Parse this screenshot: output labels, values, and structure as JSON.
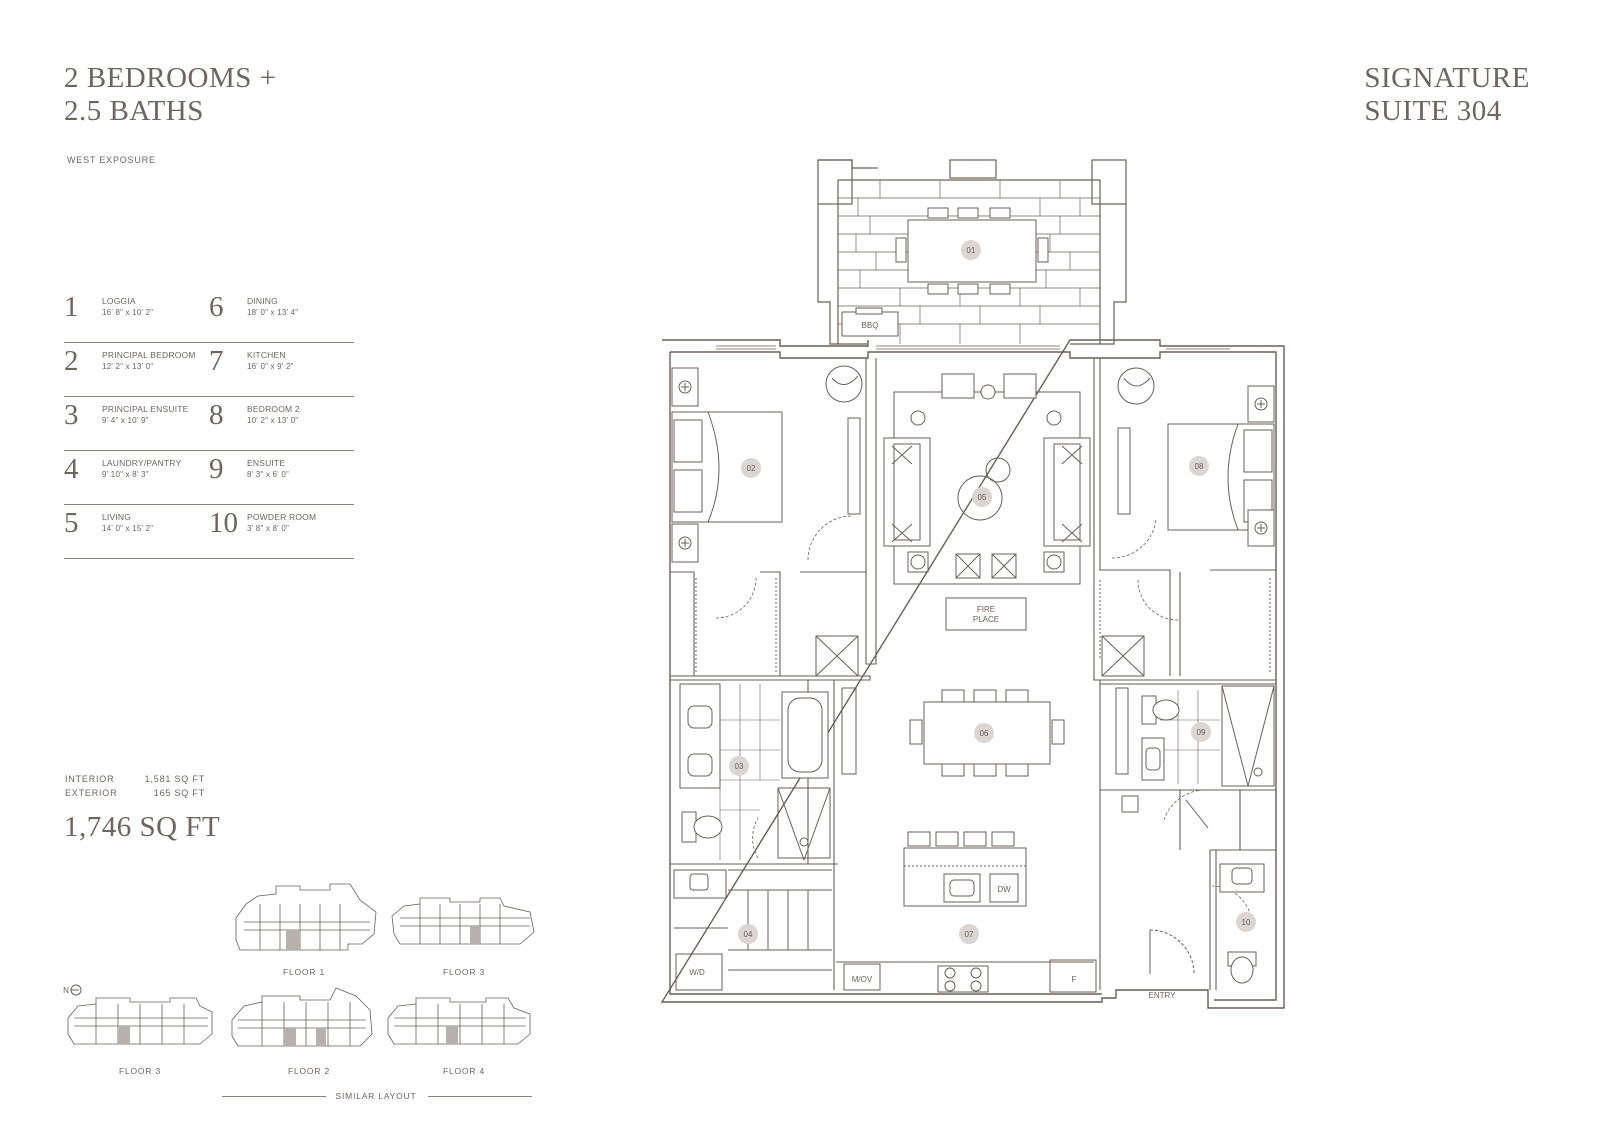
{
  "header": {
    "title_line1": "2 BEDROOMS +",
    "title_line2": "2.5 BATHS",
    "exposure": "WEST EXPOSURE",
    "suite_line1": "SIGNATURE",
    "suite_line2": "SUITE 304"
  },
  "rooms": [
    {
      "num": "1",
      "name": "LOGGIA",
      "dims": "16' 8\" x 10' 2\""
    },
    {
      "num": "6",
      "name": "DINING",
      "dims": "18' 0\" x 13' 4\""
    },
    {
      "num": "2",
      "name": "PRINCIPAL BEDROOM",
      "dims": "12' 2\" x 13' 0\""
    },
    {
      "num": "7",
      "name": "KITCHEN",
      "dims": "16' 0\" x 9' 2\""
    },
    {
      "num": "3",
      "name": "PRINCIPAL ENSUITE",
      "dims": "9' 4\" x 10' 9\""
    },
    {
      "num": "8",
      "name": "BEDROOM 2",
      "dims": "10' 2\" x 13' 0\""
    },
    {
      "num": "4",
      "name": "LAUNDRY/PANTRY",
      "dims": "9' 10\" x 8' 3\""
    },
    {
      "num": "9",
      "name": "ENSUITE",
      "dims": "8' 3\" x 6' 0\""
    },
    {
      "num": "5",
      "name": "LIVING",
      "dims": "14' 0\" x 15' 2\""
    },
    {
      "num": "10",
      "name": "POWDER ROOM",
      "dims": "3' 8\" x 8' 0\""
    }
  ],
  "areas": {
    "interior_label": "INTERIOR",
    "interior_value": "1,581 SQ FT",
    "exterior_label": "EXTERIOR",
    "exterior_value": "165 SQ FT",
    "total": "1,746 SQ FT"
  },
  "key_plans": {
    "floor_1": "FLOOR 1",
    "floor_3_top": "FLOOR 3",
    "floor_3_bottom": "FLOOR 3",
    "floor_2": "FLOOR 2",
    "floor_4": "FLOOR 4",
    "north": "N",
    "similar_layout": "SIMILAR LAYOUT"
  },
  "plan_labels": {
    "r01": "01",
    "r02": "02",
    "r03": "03",
    "r04": "04",
    "r05": "05",
    "r06": "06",
    "r07": "07",
    "r08": "08",
    "r09": "09",
    "r10": "10",
    "bbq": "BBQ",
    "fire1": "FIRE",
    "fire2": "PLACE",
    "dw": "DW",
    "mov": "M/OV",
    "fridge": "F",
    "wd": "W/D",
    "entry": "ENTRY"
  },
  "colors": {
    "line": "#6a5f58",
    "text": "#6e6560",
    "marker": "#dcd6d2",
    "background": "#ffffff"
  }
}
